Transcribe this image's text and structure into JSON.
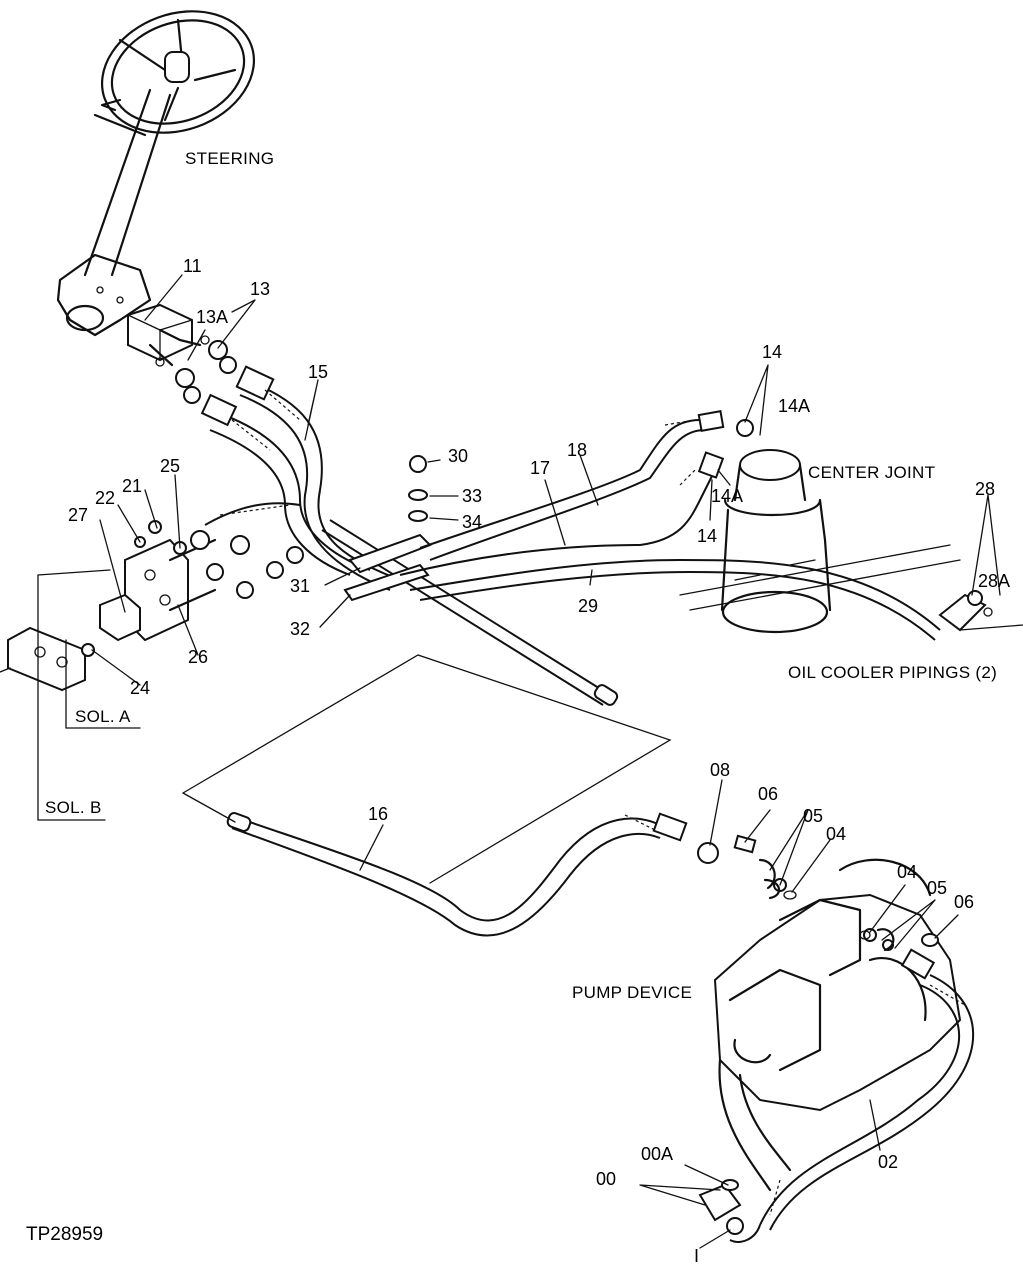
{
  "figure_code": "TP28959",
  "component_labels": {
    "steering": "STEERING",
    "center_joint": "CENTER JOINT",
    "oil_cooler": "OIL COOLER PIPINGS (2)",
    "pump_device": "PUMP DEVICE",
    "sol_a": "SOL. A",
    "sol_b": "SOL. B"
  },
  "callouts": {
    "p11": "11",
    "p13": "13",
    "p13a": "13A",
    "p15": "15",
    "p14_top": "14",
    "p14a_top": "14A",
    "p14a_mid": "14A",
    "p14_mid": "14",
    "p30": "30",
    "p33": "33",
    "p34": "34",
    "p18": "18",
    "p17": "17",
    "p28": "28",
    "p28a": "28A",
    "p27": "27",
    "p22": "22",
    "p21": "21",
    "p25": "25",
    "p26": "26",
    "p24": "24",
    "p31": "31",
    "p32": "32",
    "p29": "29",
    "p16": "16",
    "p08": "08",
    "p06_top": "06",
    "p05_top": "05",
    "p04_top": "04",
    "p04_mid": "04",
    "p05_mid": "05",
    "p06_mid": "06",
    "p02": "02",
    "p00a": "00A",
    "p00": "00",
    "p01": "I"
  }
}
